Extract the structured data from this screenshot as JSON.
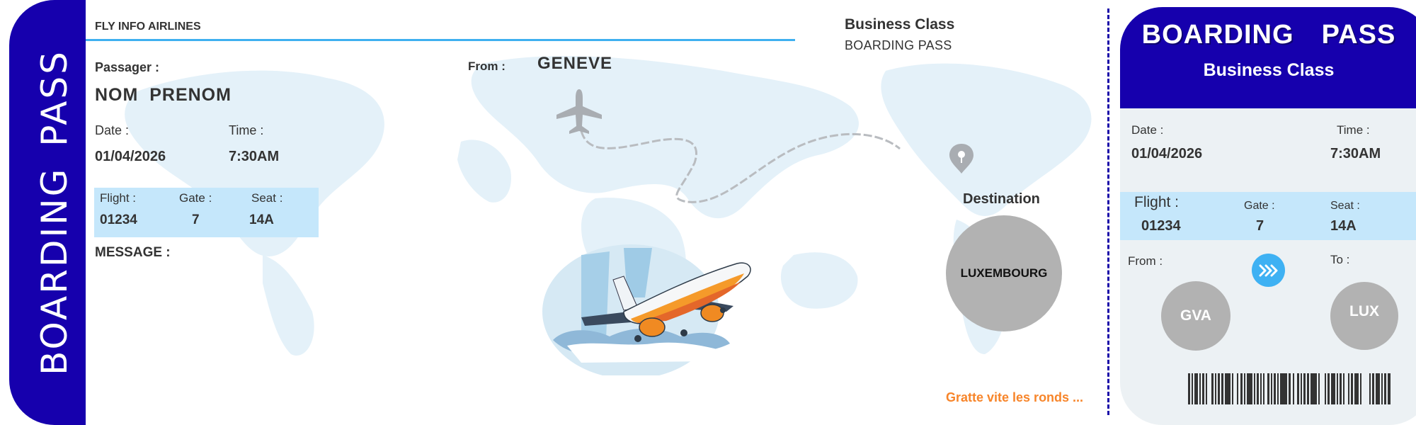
{
  "main": {
    "sidebar_title": "BOARDING PASS",
    "airline": "FLY INFO AIRLINES",
    "passenger_label": "Passager :",
    "passenger_name": "NOM  PRENOM",
    "date_label": "Date :",
    "date_value": "01/04/2026",
    "time_label": "Time :",
    "time_value": "7:30AM",
    "flight_label": "Flight :",
    "flight_value": "01234",
    "gate_label": "Gate :",
    "gate_value": "7",
    "seat_label": "Seat :",
    "seat_value": "14A",
    "message_label": "MESSAGE :",
    "from_label": "From :",
    "from_value": "GENEVE",
    "class_title": "Business Class",
    "class_subtitle": "BOARDING PASS",
    "destination_label": "Destination",
    "destination_value": "LUXEMBOURG",
    "promo_text": "Gratte vite les ronds ..."
  },
  "stub": {
    "title": "BOARDING  PASS",
    "class": "Business Class",
    "date_label": "Date :",
    "date_value": "01/04/2026",
    "time_label": "Time :",
    "time_value": "7:30AM",
    "flight_label": "Flight :",
    "flight_value": "01234",
    "gate_label": "Gate :",
    "gate_value": "7",
    "seat_label": "Seat :",
    "seat_value": "14A",
    "from_label": "From :",
    "from_code": "GVA",
    "to_label": "To :",
    "to_code": "LUX"
  },
  "icons": {
    "route_plane": "plane-icon",
    "destination_pin": "map-pin-icon",
    "direction_arrow": "triple-chevron-right-icon",
    "hero_image": "airplane-illustration",
    "barcode": "barcode"
  },
  "colors": {
    "brand_navy": "#1600ad",
    "accent_blue": "#3fb0f0",
    "band_light_blue": "#c5e7fb",
    "scratch_gray": "#b2b2b2",
    "promo_orange": "#f7852a",
    "stub_bg": "#ecf1f4"
  }
}
